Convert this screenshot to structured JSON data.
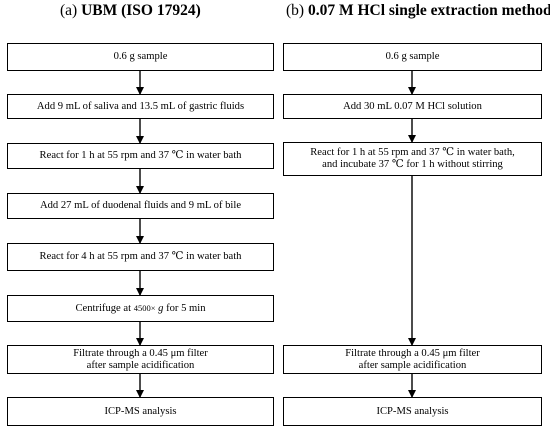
{
  "panel_a": {
    "letter": "(a)",
    "title": "UBM (ISO 17924)",
    "steps": [
      "0.6 g sample",
      "Add 9 mL of saliva and 13.5 mL of gastric fluids",
      "React for 1 h at 55 rpm and 37 ℃ in water bath",
      "Add 27 mL of duodenal fluids and 9 mL of bile",
      "React for 4 h at 55 rpm and 37 ℃ in water bath",
      "Filtrate through a 0.45 μm filter\nafter sample acidification",
      "ICP-MS analysis"
    ],
    "centrifuge": {
      "prefix": "Centrifuge at ",
      "speed": "4500×",
      "unit": " g",
      "suffix": " for 5 min"
    }
  },
  "panel_b": {
    "letter": "(b)",
    "title": "0.07 M HCl single extraction method",
    "steps": [
      "0.6 g sample",
      "Add 30 mL 0.07 M HCl solution",
      "React for 1 h at 55 rpm and 37 ℃ in water bath,\nand incubate 37 ℃ for 1 h without stirring",
      "Filtrate through a 0.45 μm filter\nafter sample acidification",
      "ICP-MS analysis"
    ]
  }
}
